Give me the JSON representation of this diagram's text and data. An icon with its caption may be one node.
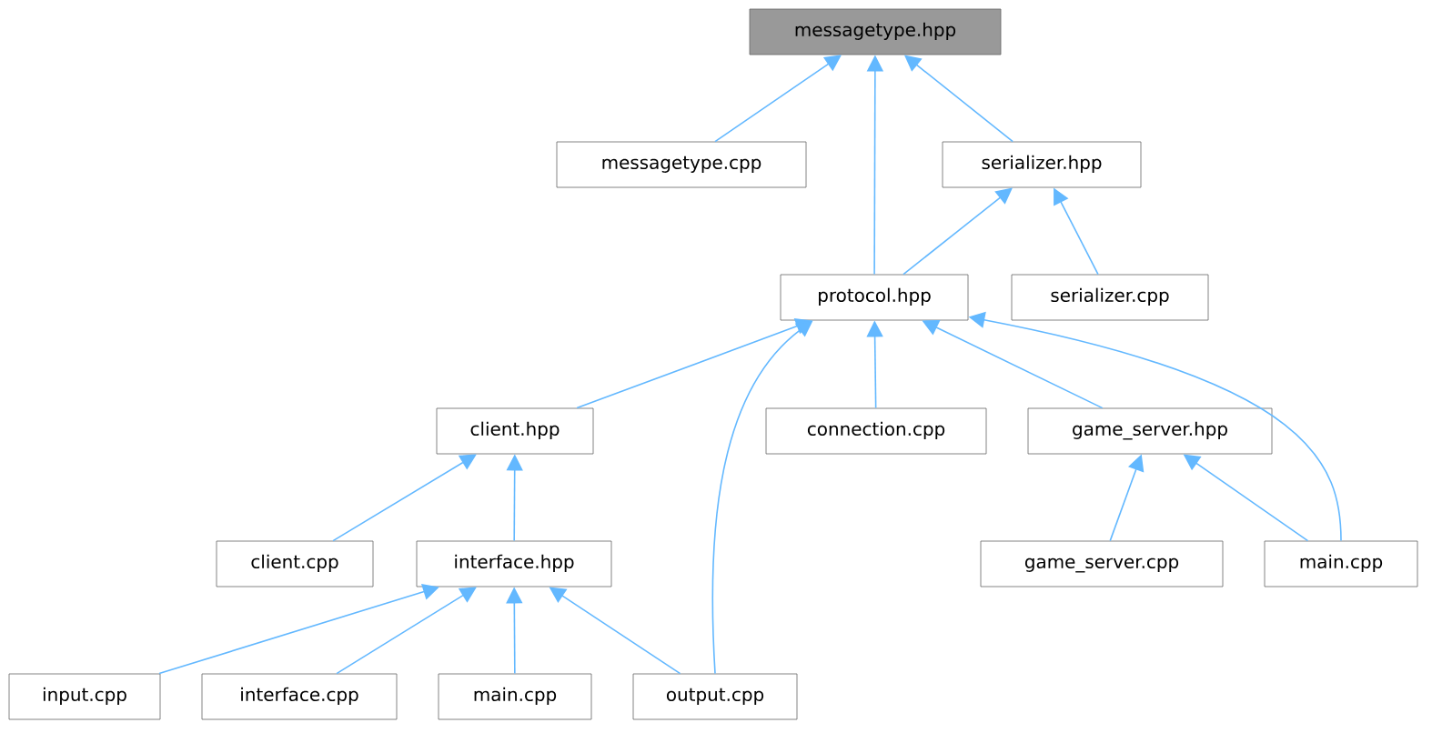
{
  "diagram": {
    "nodes": [
      {
        "text": [
          "messagetype.hpp"
        ]
      },
      {
        "text": [
          "messagetype.cpp"
        ]
      },
      {
        "text": [
          "serializer.hpp"
        ]
      },
      {
        "text": [
          "protocol.hpp"
        ]
      },
      {
        "text": [
          "serializer.cpp"
        ]
      },
      {
        "text": [
          "client.hpp"
        ]
      },
      {
        "text": [
          "connection.cpp"
        ]
      },
      {
        "text": [
          "game_server.hpp"
        ]
      },
      {
        "text": [
          "client.cpp"
        ]
      },
      {
        "text": [
          "interface.hpp"
        ]
      },
      {
        "text": [
          "game_server.cpp"
        ]
      },
      {
        "text": [
          "main.cpp"
        ]
      },
      {
        "text": [
          "input.cpp"
        ]
      },
      {
        "text": [
          "interface.cpp"
        ]
      },
      {
        "text": [
          "main.cpp"
        ]
      },
      {
        "text": [
          "output.cpp"
        ]
      }
    ],
    "edges": [
      {
        "from": 1,
        "to": 0,
        "arrow": "to"
      },
      {
        "from": 3,
        "to": 0,
        "arrow": "to"
      },
      {
        "from": 2,
        "to": 0,
        "arrow": "to"
      },
      {
        "from": 3,
        "to": 2,
        "arrow": "to"
      },
      {
        "from": 4,
        "to": 2,
        "arrow": "to"
      },
      {
        "from": 5,
        "to": 3,
        "arrow": "to"
      },
      {
        "from": 15,
        "to": 3,
        "arrow": "to"
      },
      {
        "from": 6,
        "to": 3,
        "arrow": "to"
      },
      {
        "from": 7,
        "to": 3,
        "arrow": "to"
      },
      {
        "from": 11,
        "to": 3,
        "arrow": "to"
      },
      {
        "from": 8,
        "to": 5,
        "arrow": "to"
      },
      {
        "from": 9,
        "to": 5,
        "arrow": "to"
      },
      {
        "from": 10,
        "to": 7,
        "arrow": "to"
      },
      {
        "from": 11,
        "to": 7,
        "arrow": "to"
      },
      {
        "from": 12,
        "to": 9,
        "arrow": "to"
      },
      {
        "from": 13,
        "to": 9,
        "arrow": "to"
      },
      {
        "from": 14,
        "to": 9,
        "arrow": "to"
      },
      {
        "from": 15,
        "to": 9,
        "arrow": "to"
      }
    ]
  }
}
